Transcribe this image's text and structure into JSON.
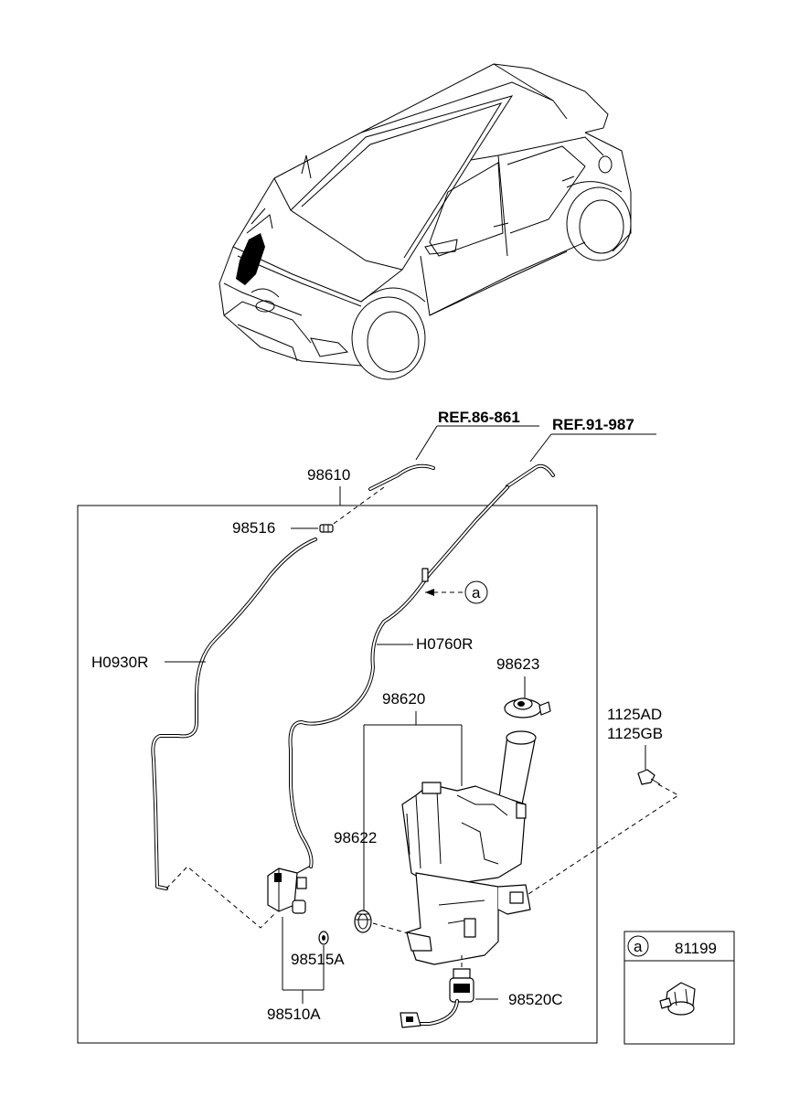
{
  "references": {
    "ref_hood": "REF.86-861",
    "ref_wiper": "REF.91-987"
  },
  "labels": {
    "p98610": "98610",
    "p98516": "98516",
    "h0930r": "H0930R",
    "h0760r": "H0760R",
    "p98623": "98623",
    "p98620": "98620",
    "p1125ad": "1125AD",
    "p1125gb": "1125GB",
    "p98622": "98622",
    "p98515a": "98515A",
    "p98510a": "98510A",
    "p98520c": "98520C"
  },
  "callout": {
    "marker": "a"
  },
  "inset": {
    "marker": "a",
    "part_number": "81199"
  },
  "icons": [
    "vehicle-illustration",
    "washer-reservoir",
    "washer-pump",
    "reservoir-cap",
    "level-sensor",
    "grommet",
    "bolt",
    "nozzle",
    "hose-clip"
  ]
}
